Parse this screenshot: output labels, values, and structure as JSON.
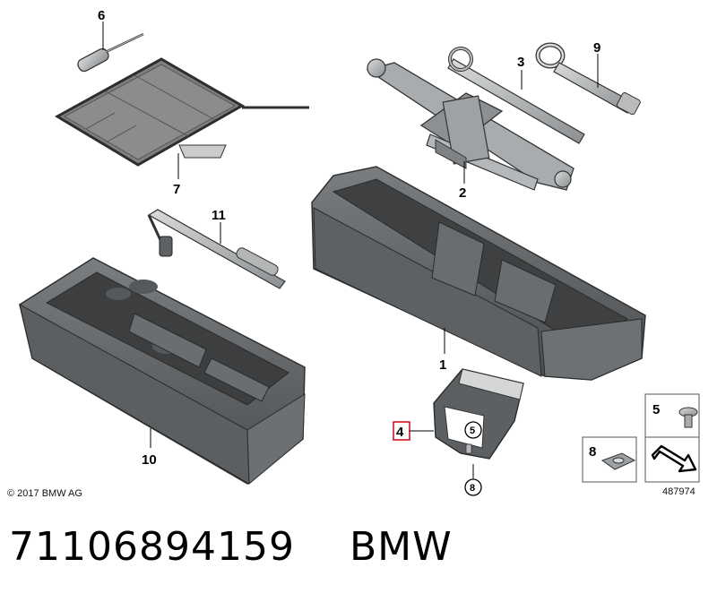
{
  "copyright": "© 2017 BMW AG",
  "diagram_number": "487974",
  "part_number": "71106894159",
  "brand": "BMW",
  "highlighted_callout": "4",
  "highlight_color": "#d0021b",
  "callouts": {
    "c1": "1",
    "c2": "2",
    "c3": "3",
    "c4": "4",
    "c5_box": "5",
    "c5_circle": "5",
    "c6": "6",
    "c7": "7",
    "c8_box": "8",
    "c8_circle": "8",
    "c9": "9",
    "c10": "10",
    "c11": "11"
  }
}
